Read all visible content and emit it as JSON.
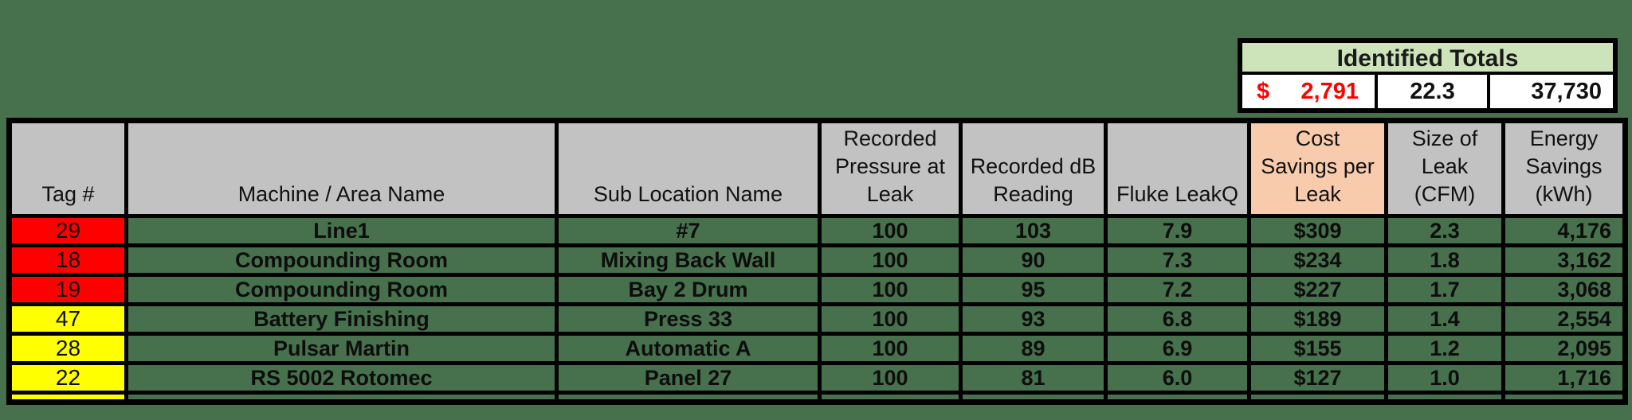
{
  "colors": {
    "page-bg": "#47704d",
    "grid-black": "#000000",
    "header-gray": "#c2c2c2",
    "cost-peach": "#f8cbad",
    "totals-green": "#cde3ba",
    "totals-red": "#ff0000",
    "tag-red": "#ff0000",
    "tag-yellow": "#ffff00",
    "cell-white": "#ffffff"
  },
  "totals": {
    "title": "Identified Totals",
    "currency_symbol": "$",
    "cost_total": "2,791",
    "cfm_total": "22.3",
    "kwh_total": "37,730"
  },
  "table": {
    "columns": [
      "Tag #",
      "Machine / Area Name",
      "Sub Location Name",
      "Recorded Pressure at Leak",
      "Recorded dB Reading",
      "Fluke LeakQ",
      "Cost Savings per Leak",
      "Size of Leak (CFM)",
      "Energy Savings (kWh)"
    ],
    "rows": [
      {
        "tag": "29",
        "tag_color": "#ff0000",
        "machine": "Line1",
        "sub_location": "#7",
        "pressure": "100",
        "db": "103",
        "leakq": "7.9",
        "cost": "$309",
        "size_cfm": "2.3",
        "energy_kwh": "4,176"
      },
      {
        "tag": "18",
        "tag_color": "#ff0000",
        "machine": "Compounding Room",
        "sub_location": "Mixing Back Wall",
        "pressure": "100",
        "db": "90",
        "leakq": "7.3",
        "cost": "$234",
        "size_cfm": "1.8",
        "energy_kwh": "3,162"
      },
      {
        "tag": "19",
        "tag_color": "#ff0000",
        "machine": "Compounding Room",
        "sub_location": "Bay 2 Drum",
        "pressure": "100",
        "db": "95",
        "leakq": "7.2",
        "cost": "$227",
        "size_cfm": "1.7",
        "energy_kwh": "3,068"
      },
      {
        "tag": "47",
        "tag_color": "#ffff00",
        "machine": "Battery Finishing",
        "sub_location": "Press 33",
        "pressure": "100",
        "db": "93",
        "leakq": "6.8",
        "cost": "$189",
        "size_cfm": "1.4",
        "energy_kwh": "2,554"
      },
      {
        "tag": "28",
        "tag_color": "#ffff00",
        "machine": "Pulsar Martin",
        "sub_location": "Automatic A",
        "pressure": "100",
        "db": "89",
        "leakq": "6.9",
        "cost": "$155",
        "size_cfm": "1.2",
        "energy_kwh": "2,095"
      },
      {
        "tag": "22",
        "tag_color": "#ffff00",
        "machine": "RS 5002 Rotomec",
        "sub_location": "Panel 27",
        "pressure": "100",
        "db": "81",
        "leakq": "6.0",
        "cost": "$127",
        "size_cfm": "1.0",
        "energy_kwh": "1,716"
      }
    ],
    "partial_row": {
      "tag_color": "#ffff00"
    }
  }
}
